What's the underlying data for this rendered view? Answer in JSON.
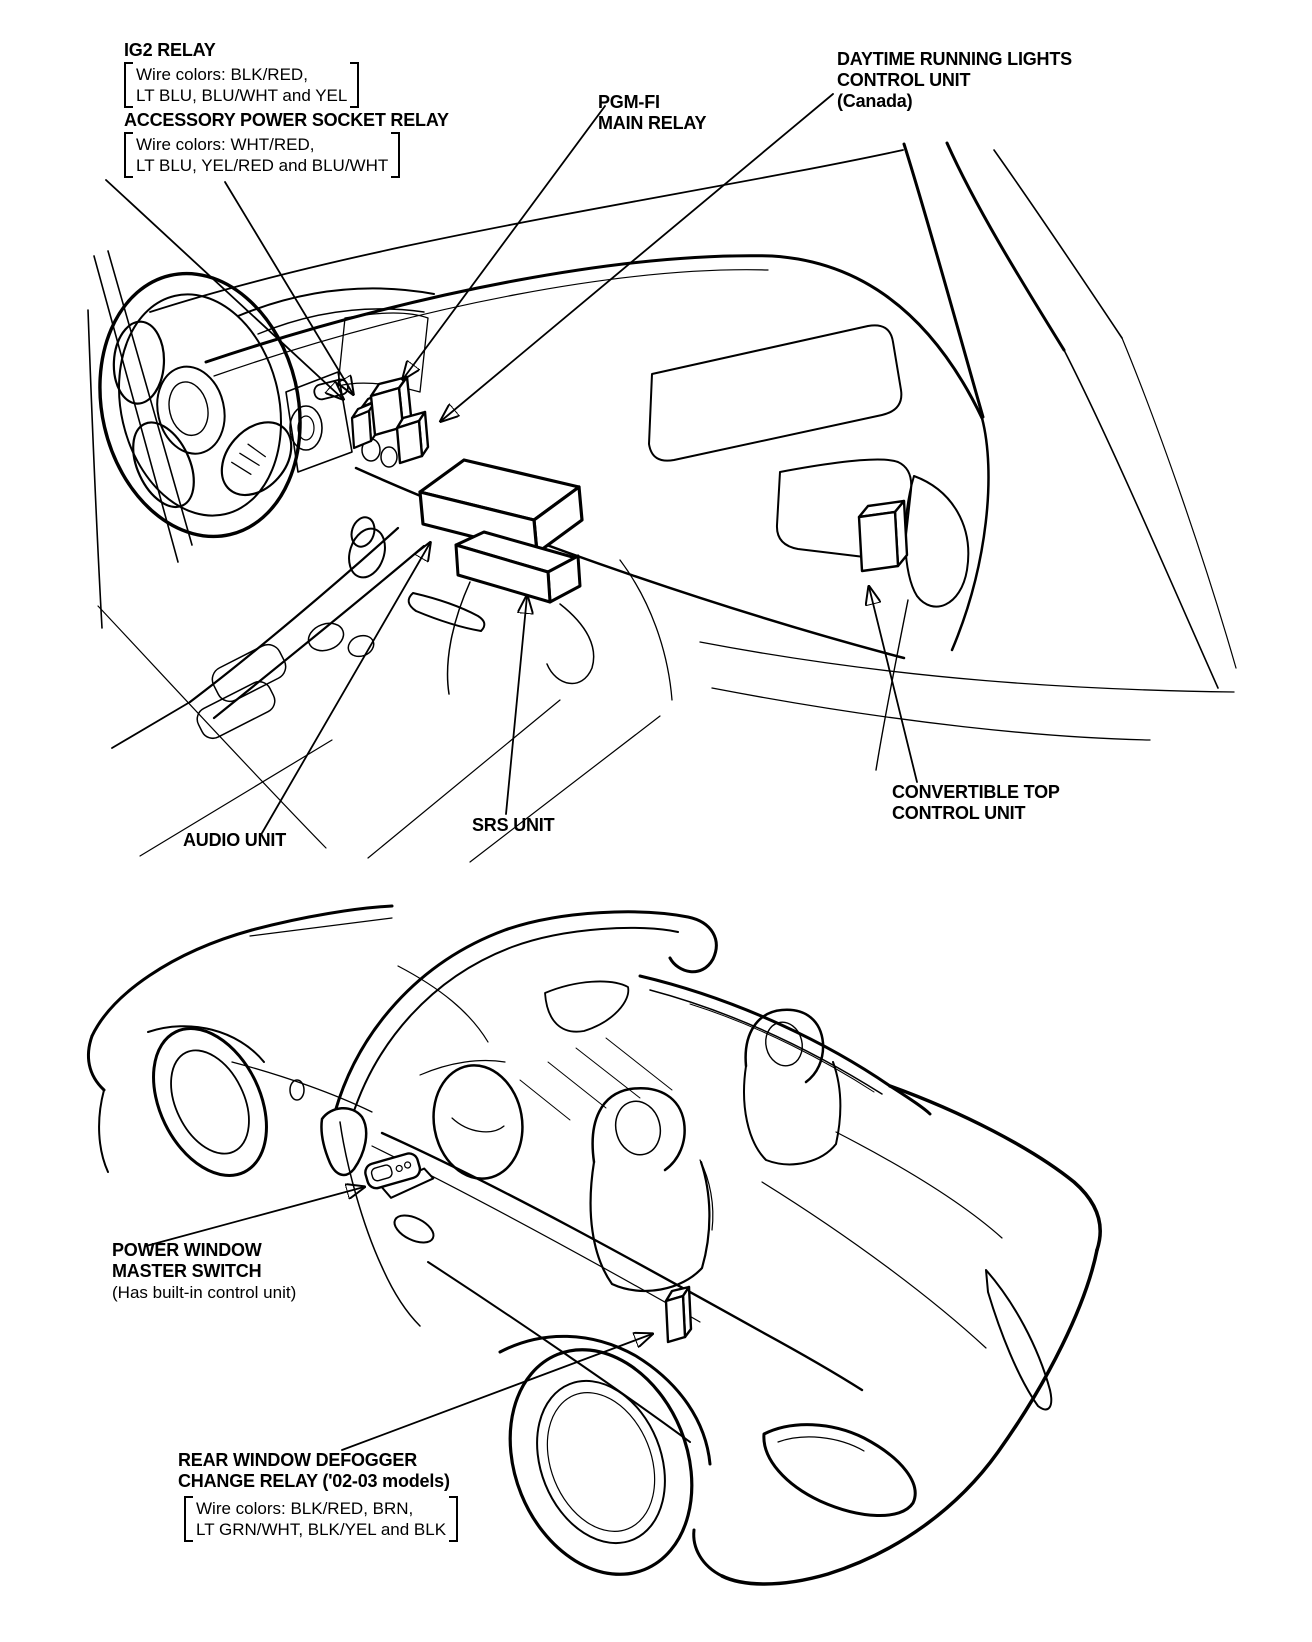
{
  "page": {
    "background": "#ffffff",
    "ink": "#000000"
  },
  "labels": {
    "ig2": {
      "title": "IG2 RELAY",
      "wire1": "Wire colors: BLK/RED,",
      "wire2": "LT BLU, BLU/WHT and YEL"
    },
    "accessory": {
      "title": "ACCESSORY POWER SOCKET RELAY",
      "wire1": "Wire colors: WHT/RED,",
      "wire2": "LT BLU, YEL/RED and BLU/WHT"
    },
    "pgmfi": {
      "line1": "PGM-FI",
      "line2": "MAIN RELAY"
    },
    "drl": {
      "line1": "DAYTIME RUNNING LIGHTS",
      "line2": "CONTROL UNIT",
      "line3": "(Canada)"
    },
    "audio": {
      "title": "AUDIO UNIT"
    },
    "srs": {
      "title": "SRS UNIT"
    },
    "convertible": {
      "line1": "CONVERTIBLE TOP",
      "line2": "CONTROL UNIT"
    },
    "power_window": {
      "line1": "POWER WINDOW",
      "line2": "MASTER SWITCH",
      "line3": "(Has built-in control unit)"
    },
    "defogger": {
      "line1": "REAR WINDOW DEFOGGER",
      "line2": "CHANGE RELAY ('02-03 models)",
      "wire1": "Wire colors: BLK/RED, BRN,",
      "wire2": "LT GRN/WHT, BLK/YEL and BLK"
    }
  }
}
